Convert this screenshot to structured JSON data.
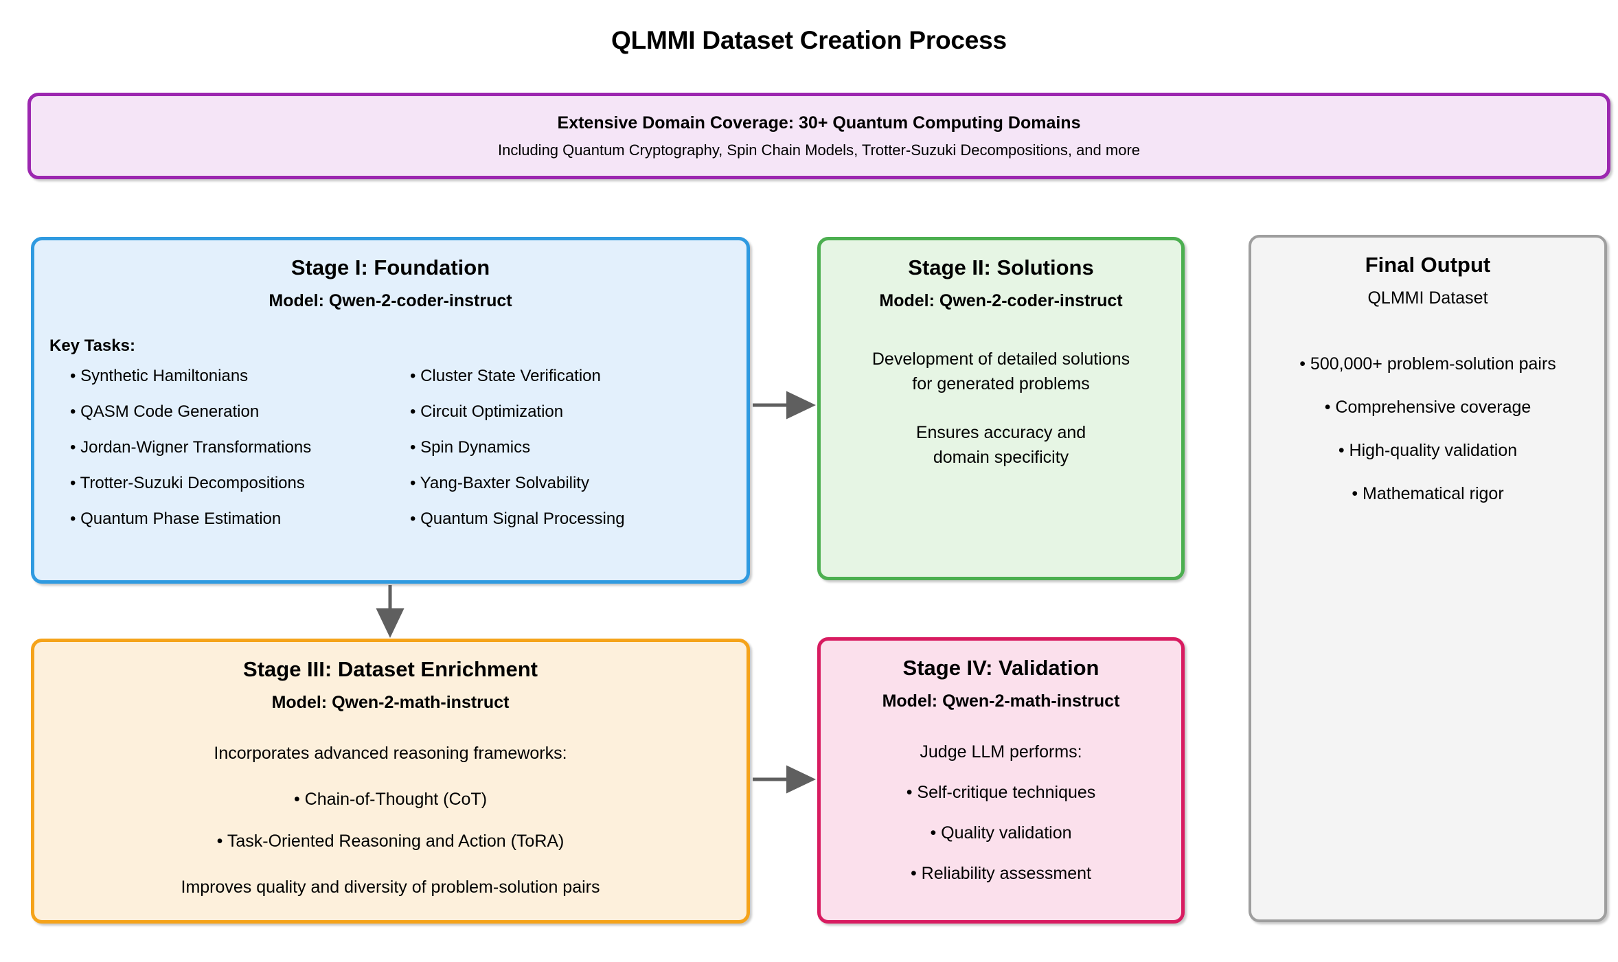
{
  "page": {
    "title": "QLMMI Dataset Creation Process"
  },
  "banner": {
    "title": "Extensive Domain Coverage: 30+ Quantum Computing Domains",
    "subtitle": "Including Quantum Cryptography, Spin Chain Models, Trotter-Suzuki Decompositions, and more",
    "border_color": "#9c27b0",
    "fill_color": "#f5e5f7"
  },
  "stage1": {
    "title": "Stage I: Foundation",
    "model": "Model: Qwen-2-coder-instruct",
    "tasks_label": "Key Tasks:",
    "tasks_left": [
      "• Synthetic Hamiltonians",
      "• QASM Code Generation",
      "• Jordan-Wigner Transformations",
      "• Trotter-Suzuki Decompositions",
      "• Quantum Phase Estimation"
    ],
    "tasks_right": [
      "• Cluster State Verification",
      "• Circuit Optimization",
      "• Spin Dynamics",
      "• Yang-Baxter Solvability",
      "• Quantum Signal Processing"
    ],
    "border_color": "#2f9ae0",
    "fill_color": "#e3f0fc"
  },
  "stage2": {
    "title": "Stage II: Solutions",
    "model": "Model: Qwen-2-coder-instruct",
    "para1_line1": "Development of detailed solutions",
    "para1_line2": "for generated problems",
    "para2_line1": "Ensures accuracy and",
    "para2_line2": "domain specificity",
    "border_color": "#4caf50",
    "fill_color": "#e6f5e4"
  },
  "stage3": {
    "title": "Stage III: Dataset Enrichment",
    "model": "Model: Qwen-2-math-instruct",
    "intro": "Incorporates advanced reasoning frameworks:",
    "item1": "• Chain-of-Thought (CoT)",
    "item2": "• Task-Oriented Reasoning and Action (ToRA)",
    "outro": "Improves quality and diversity of problem-solution pairs",
    "border_color": "#f5a31a",
    "fill_color": "#fdf0dc"
  },
  "stage4": {
    "title": "Stage IV: Validation",
    "model": "Model: Qwen-2-math-instruct",
    "intro": "Judge LLM performs:",
    "items": [
      "• Self-critique techniques",
      "• Quality validation",
      "• Reliability assessment"
    ],
    "border_color": "#d81b60",
    "fill_color": "#fbe0ec"
  },
  "final_output": {
    "title": "Final Output",
    "subtitle": "QLMMI Dataset",
    "items": [
      "• 500,000+ problem-solution pairs",
      "• Comprehensive coverage",
      "• High-quality validation",
      "• Mathematical rigor"
    ],
    "border_color": "#9e9e9e",
    "fill_color": "#f4f4f4"
  },
  "arrows": {
    "color": "#5f5f5f",
    "stage1_to_stage2": "",
    "stage1_to_stage3": "",
    "stage3_to_stage4": ""
  }
}
